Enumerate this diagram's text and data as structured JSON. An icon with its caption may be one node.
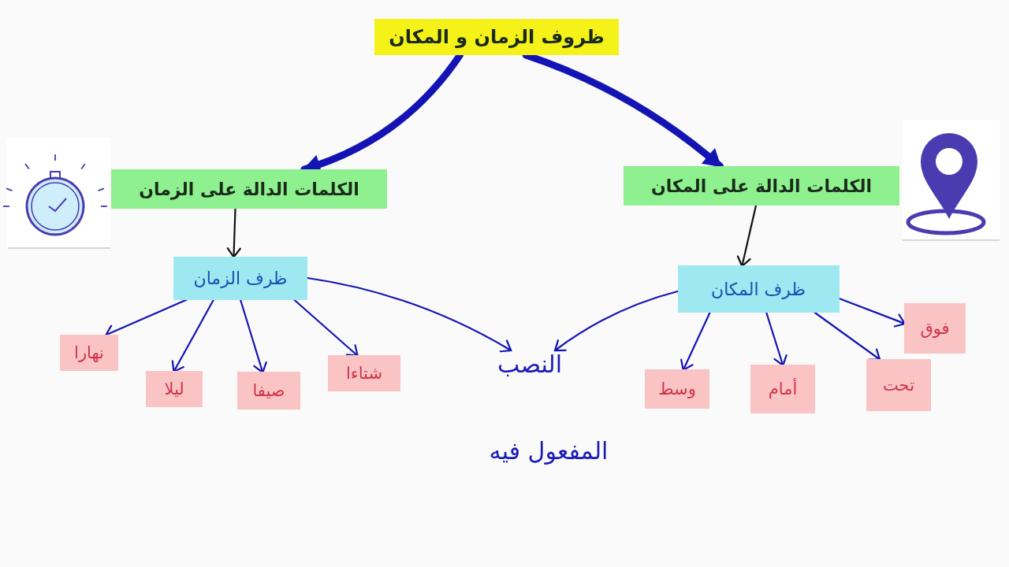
{
  "diagram": {
    "nodes": [
      {
        "text": [
          "ظروف الزمان و المكان"
        ]
      },
      {
        "text": [
          "الكلمات الدالة على الزمان"
        ]
      },
      {
        "text": [
          "الكلمات الدالة على المكان"
        ]
      },
      {
        "text": [
          "ظرف الزمان"
        ]
      },
      {
        "text": [
          "ظرف المكان"
        ]
      },
      {
        "text": [
          "النصب"
        ]
      },
      {
        "text": [
          "نهارا"
        ]
      },
      {
        "text": [
          "ليلا"
        ]
      },
      {
        "text": [
          "صيفا"
        ]
      },
      {
        "text": [
          "شتاءا"
        ]
      },
      {
        "text": [
          "وسط"
        ]
      },
      {
        "text": [
          "أمام"
        ]
      },
      {
        "text": [
          "تحت"
        ]
      },
      {
        "text": [
          "فوق"
        ]
      }
    ],
    "edges": [
      {
        "from": 0,
        "to": 1,
        "arrow": "to",
        "style": "thick"
      },
      {
        "from": 0,
        "to": 2,
        "arrow": "to",
        "style": "thick"
      },
      {
        "from": 1,
        "to": 3,
        "arrow": "to",
        "color": "#111111"
      },
      {
        "from": 2,
        "to": 4,
        "arrow": "to",
        "color": "#111111"
      },
      {
        "from": 3,
        "to": 5,
        "arrow": "to"
      },
      {
        "from": 4,
        "to": 5,
        "arrow": "to"
      },
      {
        "from": 3,
        "to": 6,
        "arrow": "to"
      },
      {
        "from": 3,
        "to": 7,
        "arrow": "to"
      },
      {
        "from": 3,
        "to": 8,
        "arrow": "to"
      },
      {
        "from": 3,
        "to": 9,
        "arrow": "to"
      },
      {
        "from": 4,
        "to": 10,
        "arrow": "to"
      },
      {
        "from": 4,
        "to": 11,
        "arrow": "to"
      },
      {
        "from": 4,
        "to": 12,
        "arrow": "to"
      },
      {
        "from": 4,
        "to": 13,
        "arrow": "to"
      }
    ],
    "labels": [
      "المفعول فيه"
    ]
  }
}
